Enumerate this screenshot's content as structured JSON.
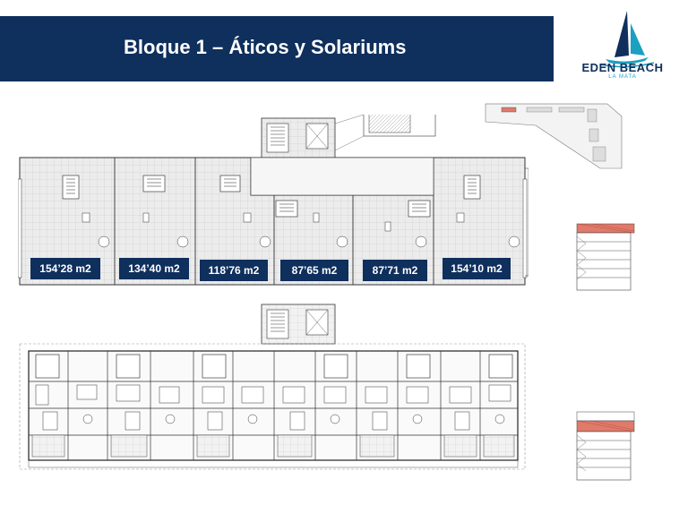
{
  "header": {
    "title": "Bloque 1 – Áticos y Solariums"
  },
  "logo": {
    "name": "EDEN BEACH",
    "subtitle": "LA MATA"
  },
  "units": [
    {
      "area": "154’28 m2"
    },
    {
      "area": "134’40 m2"
    },
    {
      "area": "118’76 m2"
    },
    {
      "area": "87’65 m2"
    },
    {
      "area": "87’71 m2"
    },
    {
      "area": "154’10 m2"
    }
  ],
  "colors": {
    "navy": "#0f2f5c",
    "accent": "#1aa0c0",
    "highlight": "#e07a6a"
  }
}
